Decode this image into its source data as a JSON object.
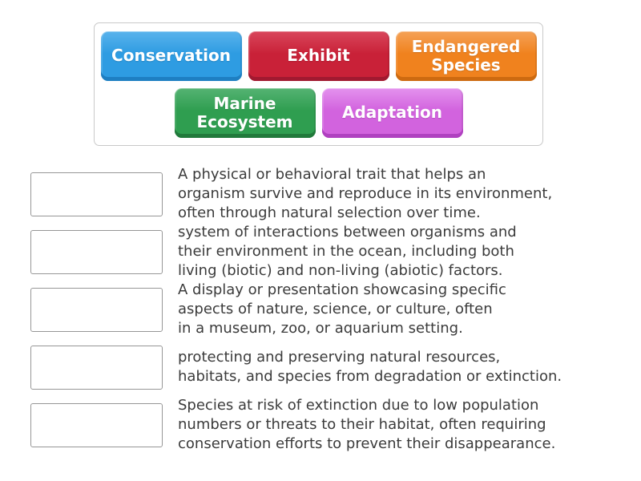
{
  "keyword_bank": {
    "panel_border_color": "#c9c9c9",
    "tiles": [
      {
        "label": "Conservation",
        "color": "#2e9ce2"
      },
      {
        "label": "Exhibit",
        "color": "#c92138"
      },
      {
        "label": "Endangered\nSpecies",
        "color": "#f0821e"
      },
      {
        "label": "Marine\nEcosystem",
        "color": "#2f9e50"
      },
      {
        "label": "Adaptation",
        "color": "#d263de"
      }
    ]
  },
  "matches": [
    {
      "definition": "A physical or behavioral trait that helps an\norganism survive and reproduce in its environment,\noften through natural selection over time."
    },
    {
      "definition": "system of interactions between organisms and\ntheir environment in the ocean, including both\nliving (biotic) and non-living (abiotic) factors."
    },
    {
      "definition": "A display or presentation showcasing specific\naspects of nature, science, or culture, often\nin a museum, zoo, or aquarium setting."
    },
    {
      "definition": "protecting and preserving natural resources,\nhabitats, and species from degradation or extinction."
    },
    {
      "definition": "Species at risk of extinction due to low population\nnumbers or threats to their habitat, often requiring\nconservation efforts to prevent their disappearance."
    }
  ],
  "text_color": "#3b3b3b"
}
